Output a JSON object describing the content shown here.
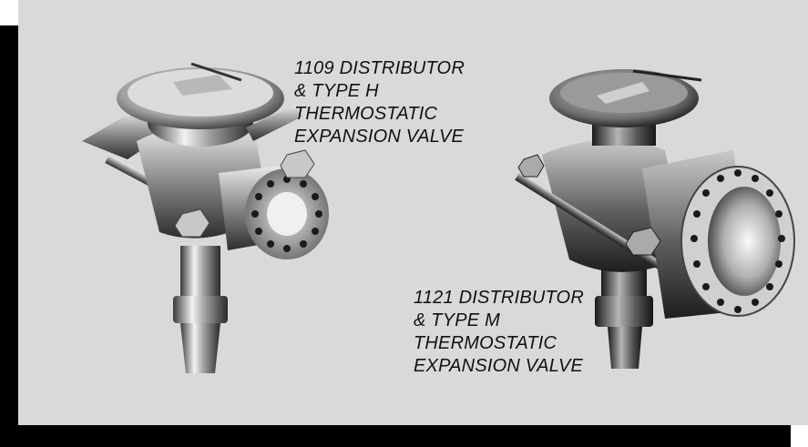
{
  "products": [
    {
      "caption_lines": [
        "1109 DISTRIBUTOR",
        "& TYPE H",
        "THERMOSTATIC",
        "EXPANSION VALVE"
      ]
    },
    {
      "caption_lines": [
        "1121 DISTRIBUTOR",
        "& TYPE M",
        "THERMOSTATIC",
        "EXPANSION VALVE"
      ]
    }
  ],
  "colors": {
    "background": "#d9d9d9",
    "frame_shadow": "#000000",
    "caption_text": "#111111"
  }
}
